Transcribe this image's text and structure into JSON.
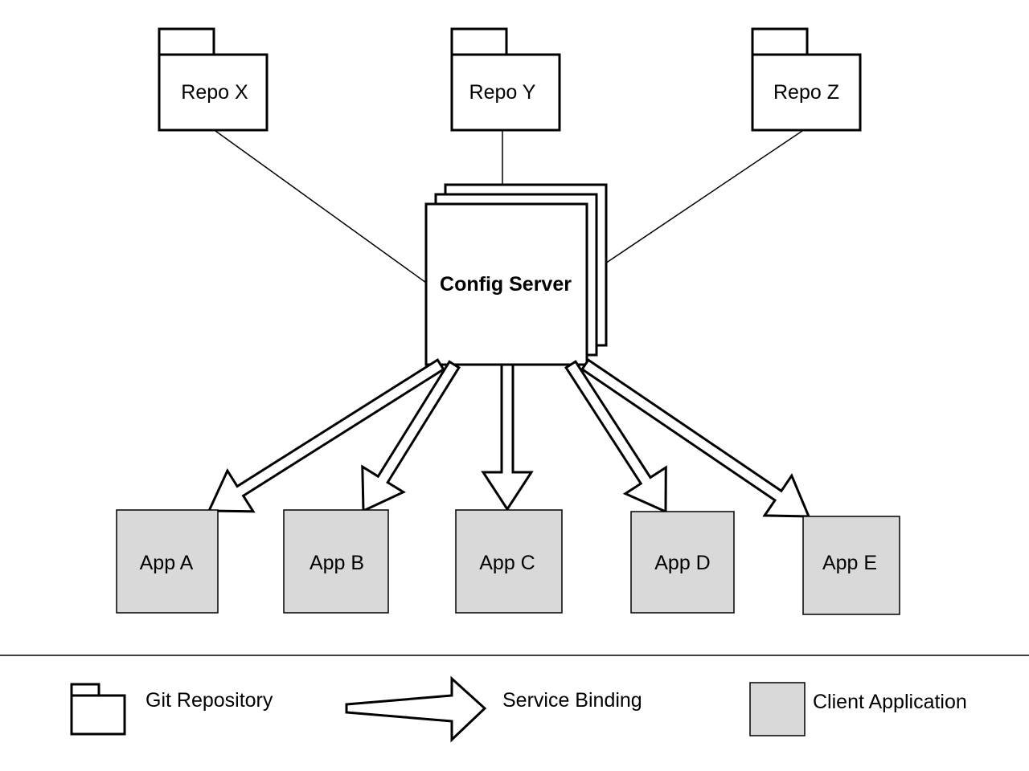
{
  "repos": [
    {
      "id": "x",
      "label": "Repo X"
    },
    {
      "id": "y",
      "label": "Repo Y"
    },
    {
      "id": "z",
      "label": "Repo Z"
    }
  ],
  "server": {
    "label": "Config Server"
  },
  "apps": [
    {
      "id": "a",
      "label": "App A"
    },
    {
      "id": "b",
      "label": "App B"
    },
    {
      "id": "c",
      "label": "App C"
    },
    {
      "id": "d",
      "label": "App D"
    },
    {
      "id": "e",
      "label": "App E"
    }
  ],
  "legend": {
    "git_repository": "Git Repository",
    "service_binding": "Service Binding",
    "client_application": "Client Application"
  },
  "colors": {
    "stroke": "#000000",
    "app_fill": "#d9d9d9",
    "background": "#ffffff"
  }
}
